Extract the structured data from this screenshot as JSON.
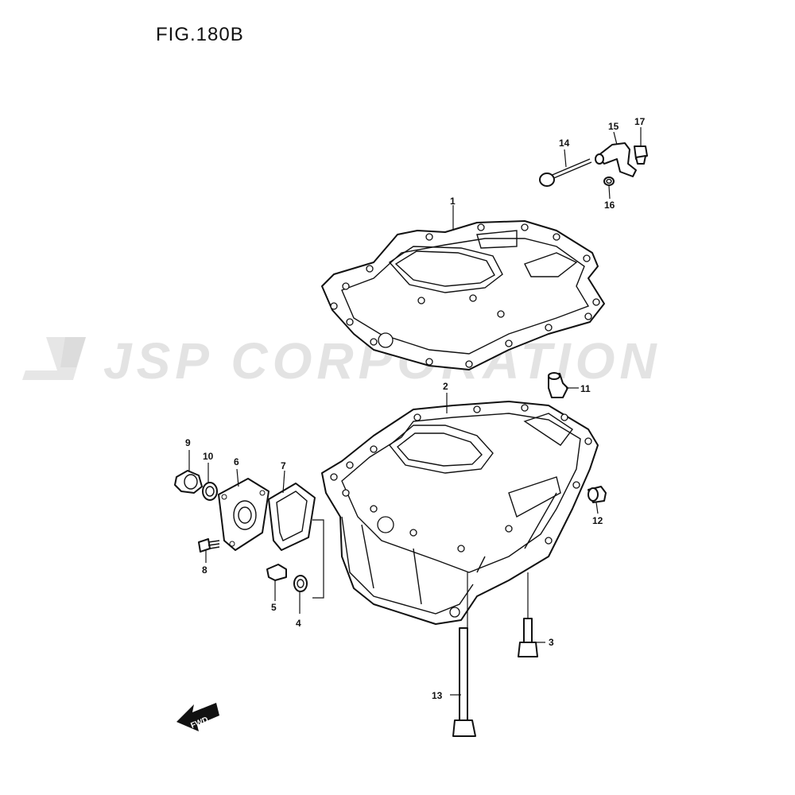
{
  "figure_title": "FIG.180B",
  "watermark": "JSP CORPORATION",
  "fwd_label": "FWD",
  "callouts": [
    "1",
    "2",
    "3",
    "4",
    "5",
    "6",
    "7",
    "8",
    "9",
    "10",
    "11",
    "12",
    "13",
    "14",
    "15",
    "16",
    "17"
  ]
}
